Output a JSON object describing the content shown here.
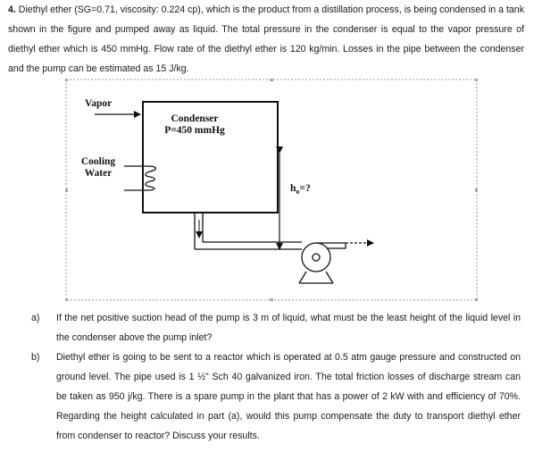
{
  "problem": {
    "number": "4.",
    "intro": "Diethyl ether (SG=0.71, viscosity: 0.224 cp), which is the product from a distillation process, is being condensed in a tank shown in the figure and pumped away as liquid.  The total pressure in the condenser is equal to the vapor pressure of diethyl ether which is 450 mmHg.  Flow rate of the diethyl ether is 120 kg/min.  Losses in the pipe between the condenser and the pump can be estimated as 15 J/kg."
  },
  "figure": {
    "vapor_label": "Vapor",
    "condenser_label": "Condenser",
    "pressure_label": "P=450 mmHg",
    "cooling_line1": "Cooling",
    "cooling_line2": "Water",
    "height_label_main": "h",
    "height_label_sub": "o",
    "height_label_suffix": "=?"
  },
  "questions": [
    {
      "label": "a)",
      "text": "If the net positive suction head of the pump is 3 m of liquid, what must be the least height of the liquid level in the condenser above the pump inlet?"
    },
    {
      "label": "b)",
      "text": "Diethyl ether is going to be sent to a reactor which is operated at 0.5 atm gauge pressure and constructed on ground level. The pipe used is 1 ½\" Sch 40 galvanized iron. The total friction losses of discharge stream can be taken as 950 j/kg. There is a spare pump in the plant that has a power of 2 kW with and efficiency of 70%.  Regarding the height calculated in part (a), would this pump compensate the duty to transport diethyl ether from condenser to reactor? Discuss your results."
    }
  ]
}
